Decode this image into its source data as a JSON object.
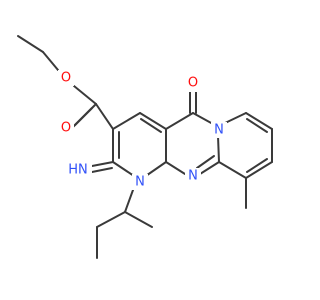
{
  "colors": {
    "bond": "#3a3a3a",
    "oxygen": "#ff0d0d",
    "nitrogen": "#3050f8",
    "background": "#ffffff"
  },
  "atoms": {
    "o_ester": "O",
    "o_carbonyl_ester": "O",
    "o_ketone": "O",
    "n_ring_fused": "N",
    "n_imine_ring": "N",
    "n_ring_aromatic": "N",
    "imine": "HN"
  }
}
